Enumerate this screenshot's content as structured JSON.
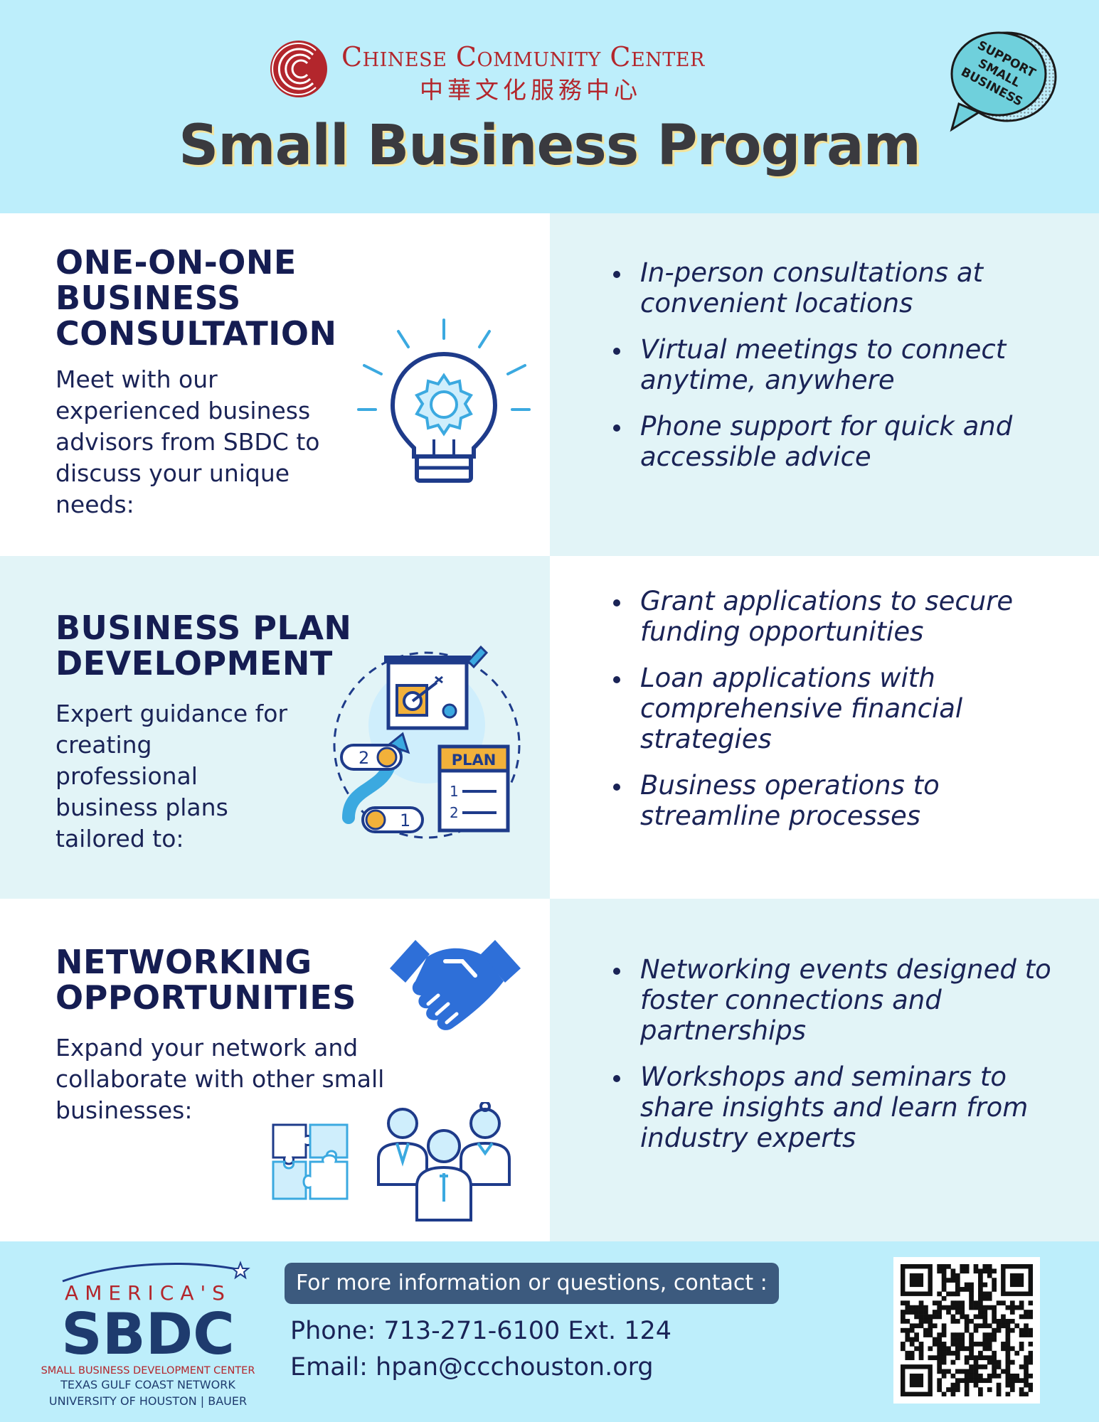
{
  "header": {
    "org_name": "Chinese Community Center",
    "org_name_zh": "中華文化服務中心",
    "title": "Small Business Program",
    "badge_lines": [
      "SUPPORT",
      "SMALL",
      "BUSINESS"
    ]
  },
  "sections": [
    {
      "title_lines": [
        "ONE-ON-ONE",
        "BUSINESS",
        "CONSULTATION"
      ],
      "description": "Meet with our experienced business advisors from SBDC to discuss your unique needs:",
      "icon": "lightbulb-gear-icon",
      "bullets": [
        "In-person consultations at convenient locations",
        "Virtual meetings to connect anytime, anywhere",
        "Phone support for quick and accessible advice"
      ]
    },
    {
      "title_lines": [
        "BUSINESS PLAN",
        "DEVELOPMENT"
      ],
      "description": "Expert guidance for creating professional business plans tailored to:",
      "icon": "business-plan-icon",
      "plan_label": "PLAN",
      "step_labels": [
        "2",
        "1"
      ],
      "list_numbers": [
        "1",
        "2"
      ],
      "bullets": [
        "Grant applications to secure funding opportunities",
        "Loan applications with comprehensive financial strategies",
        "Business operations to streamline processes"
      ]
    },
    {
      "title_lines": [
        "NETWORKING",
        "OPPORTUNITIES"
      ],
      "description": "Expand your network and collaborate with other small businesses:",
      "icon": "handshake-icon",
      "bullets": [
        "Networking events designed to foster connections and partnerships",
        "Workshops and seminars to share insights and learn from industry experts"
      ]
    }
  ],
  "footer": {
    "sbdc": {
      "americas": "AMERICA'S",
      "name": "SBDC",
      "line1": "SMALL BUSINESS DEVELOPMENT CENTER",
      "line2": "TEXAS GULF COAST NETWORK",
      "line3": "UNIVERSITY OF HOUSTON | BAUER"
    },
    "contact_banner": "For more information or questions, contact :",
    "phone": "Phone: 713-271-6100 Ext. 124",
    "email": "Email: hpan@ccchouston.org"
  },
  "colors": {
    "background": "#bdeefb",
    "navy": "#151d52",
    "brand_red": "#b3262c",
    "icon_blue": "#2e6fd8",
    "icon_light": "#3ba9e0",
    "icon_orange": "#f2b13a"
  }
}
